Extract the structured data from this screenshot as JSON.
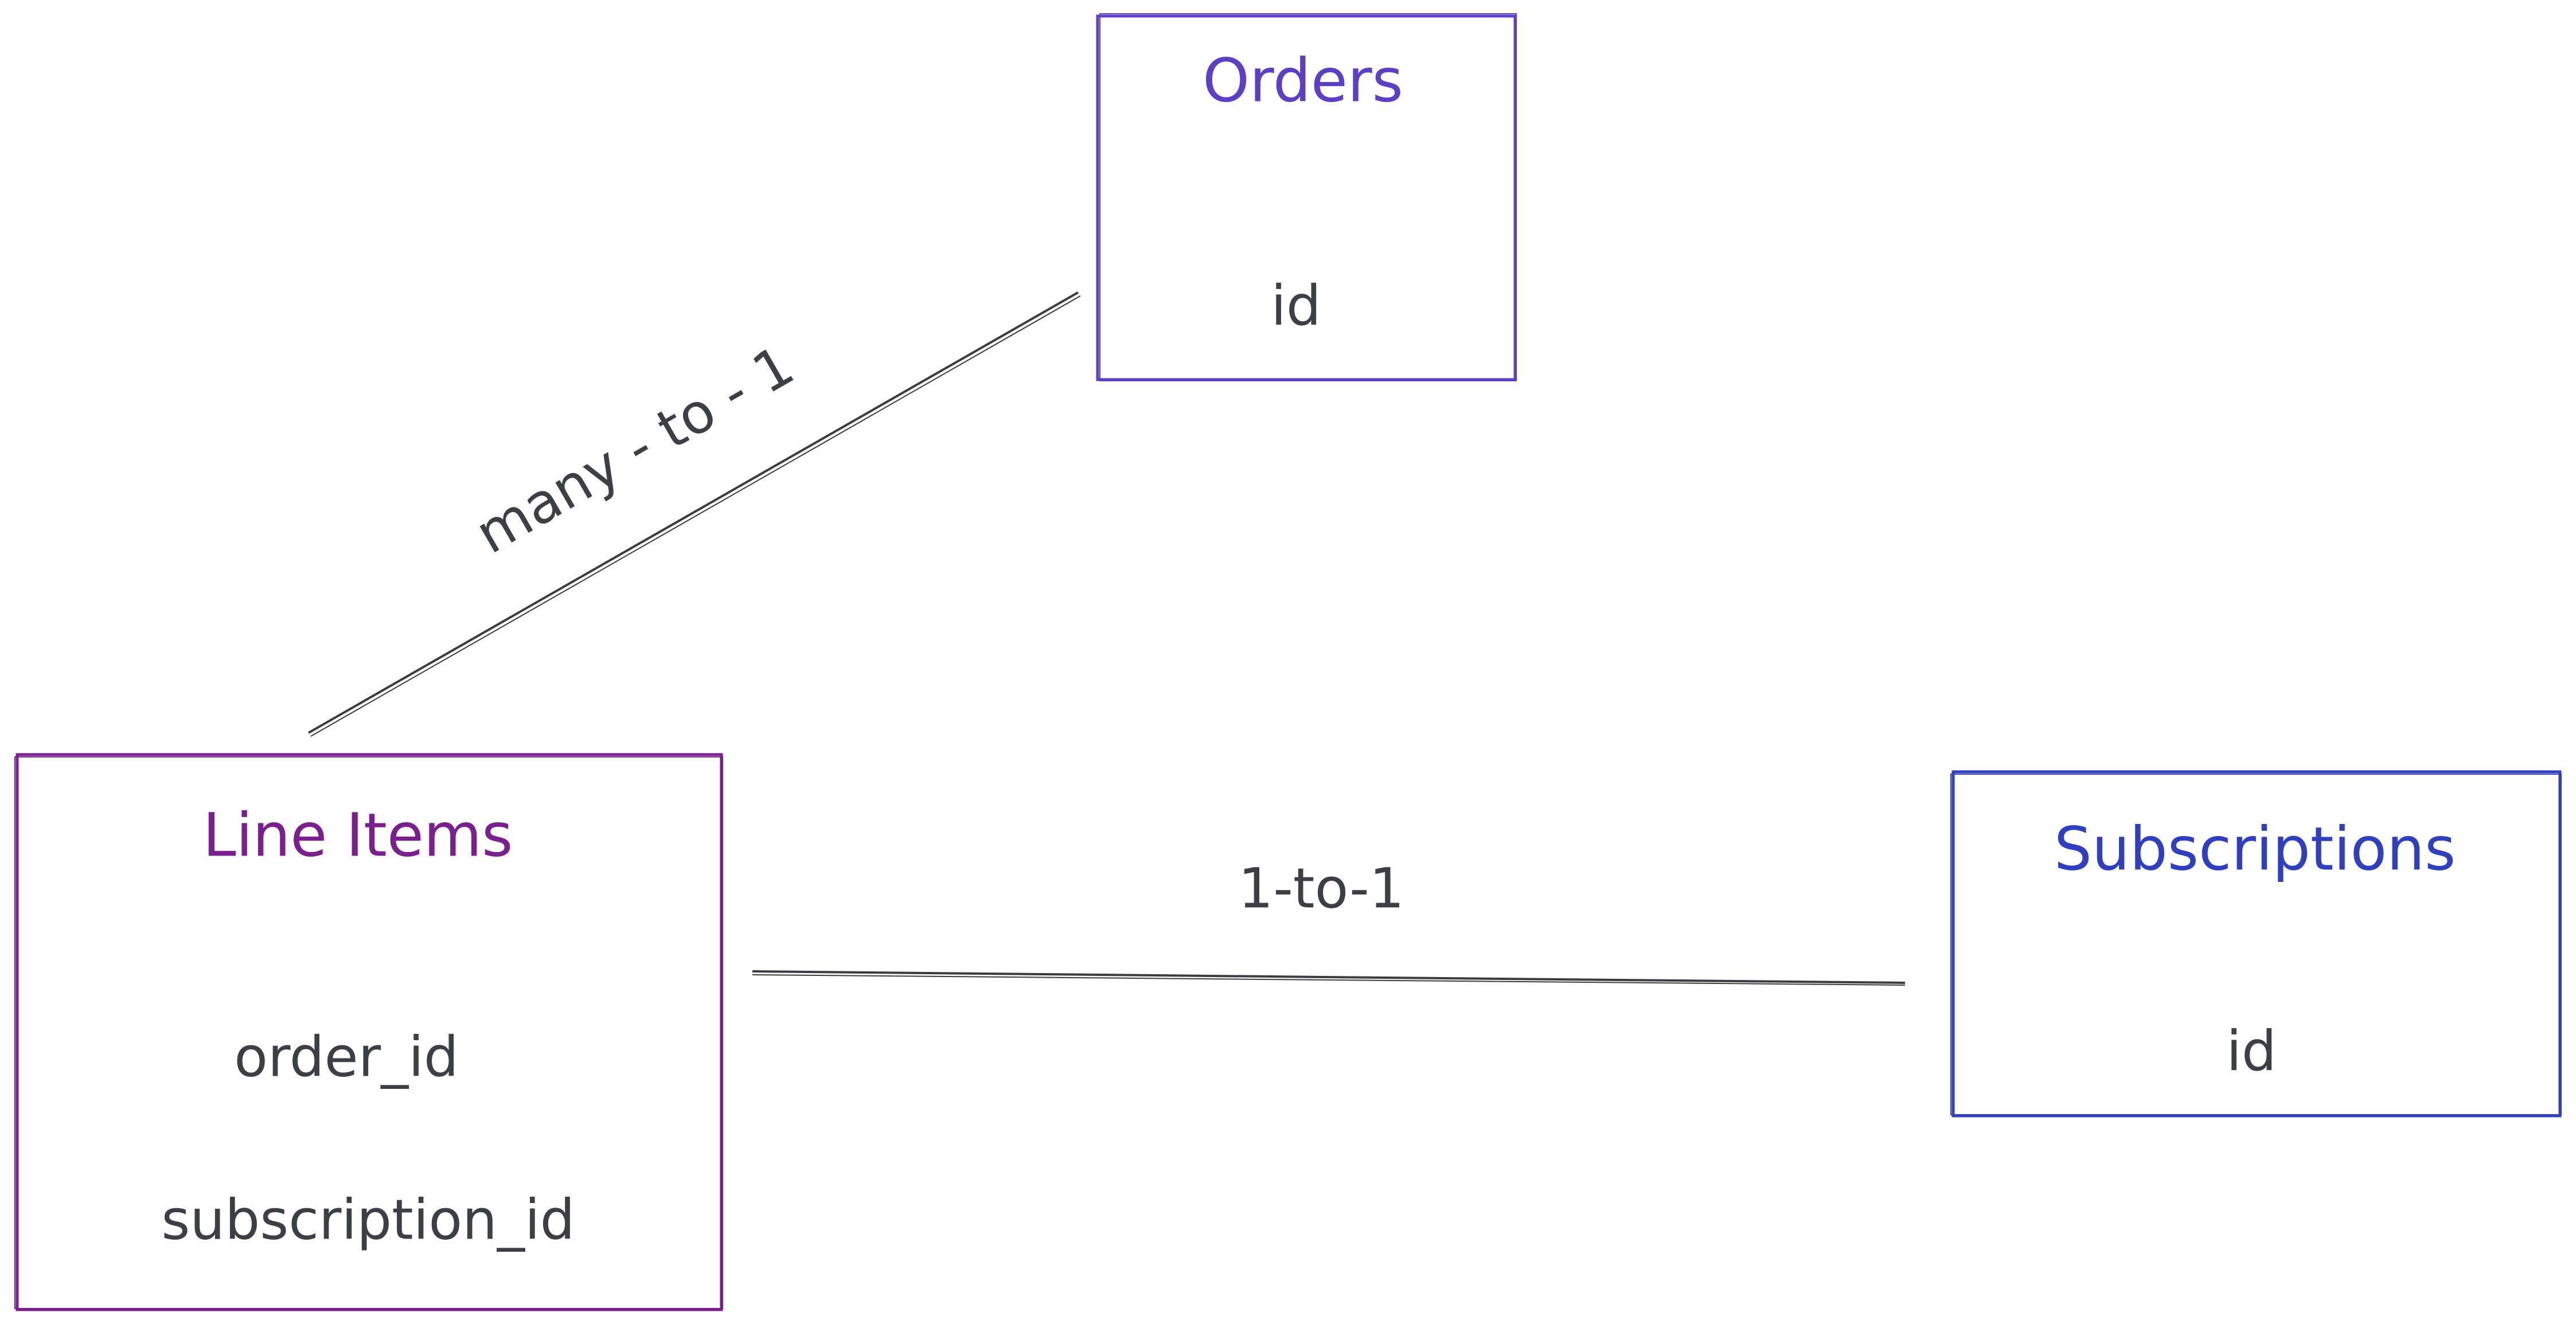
{
  "colors": {
    "orders": "#5b3fc4",
    "line_items": "#7a1f8e",
    "subscriptions": "#2f3fc0",
    "text": "#3c3f44",
    "connector": "#3a3c40"
  },
  "entities": {
    "orders": {
      "title": "Orders",
      "fields": [
        "id"
      ]
    },
    "line_items": {
      "title": "Line Items",
      "fields": [
        "order_id",
        "subscription_id"
      ]
    },
    "subscriptions": {
      "title": "Subscriptions",
      "fields": [
        "id"
      ]
    }
  },
  "relationships": {
    "line_items_orders": {
      "label": "many - to - 1"
    },
    "line_items_subscriptions": {
      "label": "1-to-1"
    }
  }
}
